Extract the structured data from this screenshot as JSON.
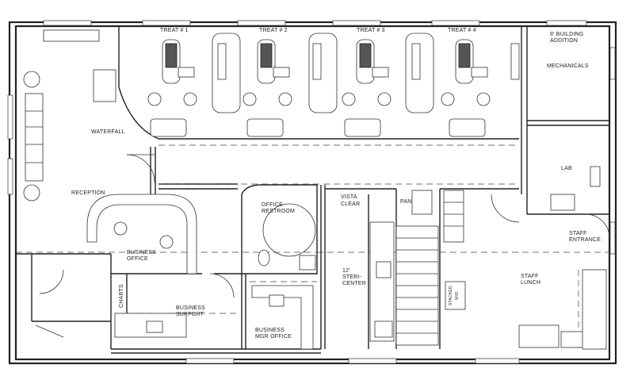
{
  "rooms": {
    "treat1": "TREAT # 1",
    "treat2": "TREAT # 2",
    "treat3": "TREAT # 3",
    "treat4": "TREAT # 4",
    "building_addition_1": "8' BUILDING",
    "building_addition_2": "ADDITION",
    "mechanicals": "MECHANICALS",
    "lab": "LAB",
    "waterfall": "WATERFALL",
    "reception": "RECEPTION",
    "office_restroom_1": "OFFICE",
    "office_restroom_2": "RESTROOM",
    "vista_clear_1": "VISTA",
    "vista_clear_2": "CLEAR",
    "pan": "PAN",
    "business_office_1": "BUSINESS",
    "business_office_2": "OFFICE",
    "steri_1": "12'",
    "steri_2": "STERI-",
    "steri_3": "CENTER",
    "staff_entrance_1": "STAFF",
    "staff_entrance_2": "ENTRANCE",
    "staff_lunch_1": "STAFF",
    "staff_lunch_2": "LUNCH",
    "charts": "CHARTS",
    "business_support_1": "BUSINESS",
    "business_support_2": "SUPPORT",
    "business_mgr_1": "BUSINESS",
    "business_mgr_2": "MGR OFFICE",
    "stacked_wd_1": "STACKED",
    "stacked_wd_2": "W/D"
  }
}
